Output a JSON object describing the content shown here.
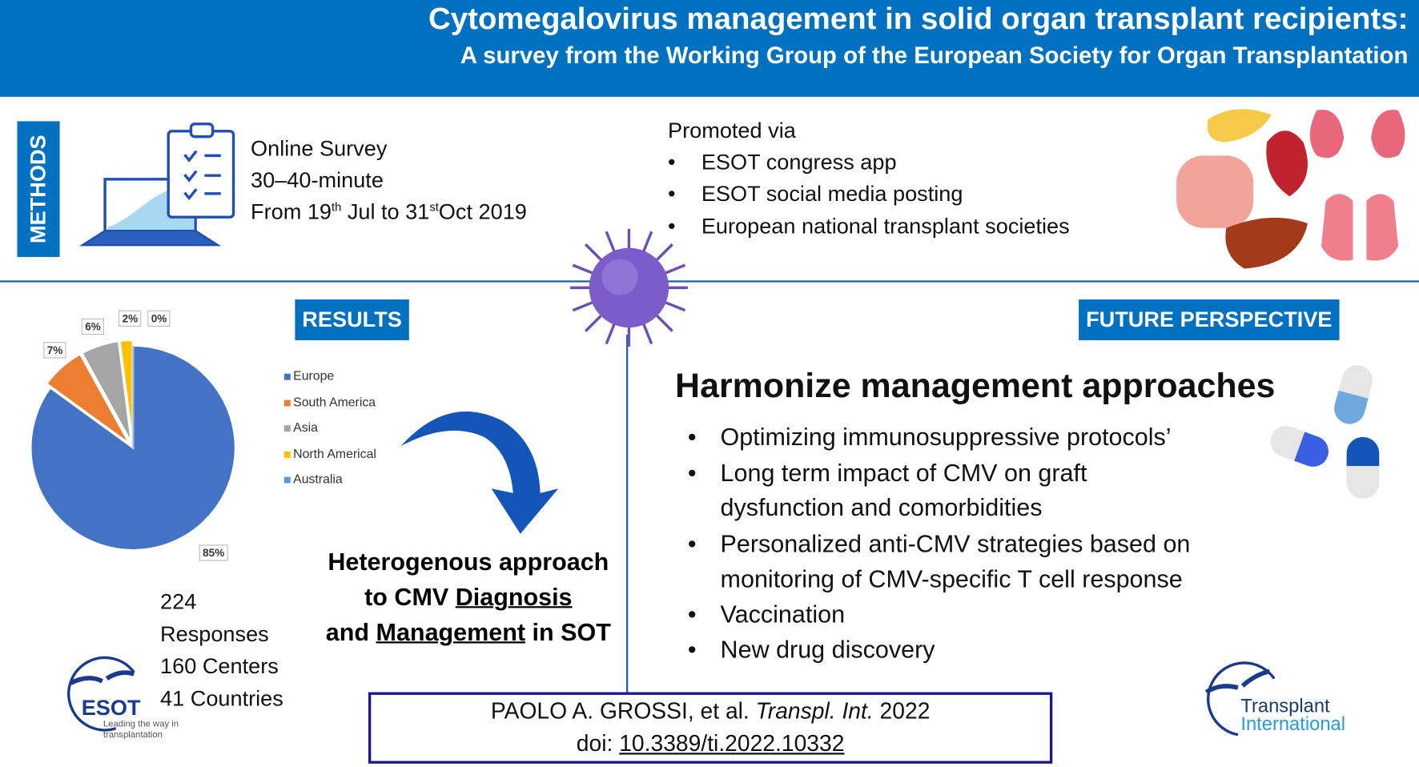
{
  "header": {
    "title": "Cytomegalovirus management in solid organ transplant recipients:",
    "subtitle": "A survey from the Working Group of the European Society for Organ Transplantation"
  },
  "methods": {
    "label": "METHODS",
    "survey_lines": [
      "Online Survey",
      "30–40-minute"
    ],
    "date_prefix": "From 19",
    "date_sup1": "th",
    "date_mid": " Jul to 31",
    "date_sup2": "st",
    "date_suffix": "Oct 2019",
    "promoted_title": "Promoted via",
    "promoted_items": [
      "ESOT congress app",
      "ESOT social media posting",
      "European national transplant societies"
    ]
  },
  "results": {
    "label": "RESULTS",
    "stats": [
      "224",
      "Responses",
      "160 Centers",
      "41 Countries"
    ],
    "conclusion": {
      "line1": "Heterogenous approach",
      "line2_pre": "to  CMV ",
      "line2_u": "Diagnosis",
      "line3_pre": "and ",
      "line3_u": "Management",
      "line3_post": " in SOT"
    }
  },
  "chart_data": {
    "type": "pie",
    "categories": [
      "Europe",
      "South America",
      "Asia",
      "North Americal",
      "Australia"
    ],
    "values": [
      85,
      7,
      6,
      2,
      0
    ],
    "labels": [
      "85%",
      "7%",
      "6%",
      "2%",
      "0%"
    ],
    "colors": [
      "#4472c4",
      "#ed7d31",
      "#a5a5a5",
      "#ffc000",
      "#5b9bd5"
    ],
    "legend_position": "right"
  },
  "future": {
    "label": "FUTURE PERSPECTIVE",
    "heading": "Harmonize management approaches",
    "bullets": [
      "Optimizing immunosuppressive protocols’",
      "Long term impact of CMV on graft",
      "dysfunction and comorbidities",
      "Personalized anti-CMV strategies based on",
      "monitoring of CMV-specific T cell response",
      "Vaccination",
      "New drug discovery"
    ]
  },
  "citation": {
    "authors": "PAOLO A. GROSSI, et al. ",
    "journal": "Transpl. Int.",
    "year": " 2022",
    "doi_label": "doi: ",
    "doi": "10.3389/ti.2022.10332"
  },
  "logos": {
    "esot": "ESOT",
    "esot_tagline": "Leading the way in transplantation",
    "ti_line1": "Transplant",
    "ti_line2": "International"
  },
  "colors": {
    "brand_blue": "#0070c0",
    "navy": "#1a1a8c"
  }
}
